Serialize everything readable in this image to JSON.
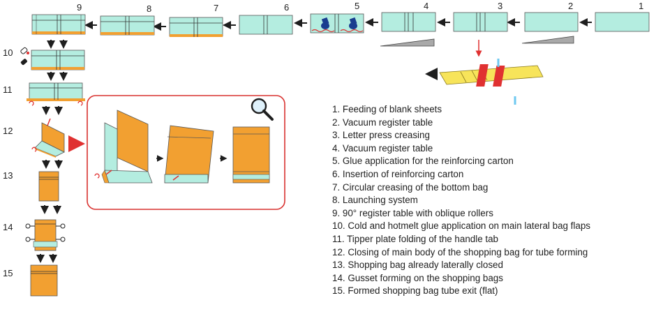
{
  "steps": {
    "top": [
      "9",
      "8",
      "7",
      "6",
      "5",
      "4",
      "3",
      "2",
      "1"
    ],
    "side": [
      "10",
      "11",
      "12",
      "13",
      "14",
      "15"
    ]
  },
  "legend": [
    "1. Feeding of blank sheets",
    "2. Vacuum register table",
    "3. Letter press creasing",
    "4. Vacuum register table",
    "5. Glue application for the reinforcing carton",
    "6. Insertion of reinforcing carton",
    "7. Circular creasing of the bottom bag",
    "8. Launching system",
    "9. 90° register table with oblique rollers",
    "10. Cold and hotmelt glue application on main lateral bag flaps",
    "11. Tipper plate folding of the handle tab",
    "12. Closing of main body of the shopping bag for tube forming",
    "13. Shopping bag already laterally closed",
    "14. Gusset forming on the shopping bags",
    "15. Formed shopping bag tube exit (flat)"
  ],
  "colors": {
    "sheet": "#b4ede0",
    "carton": "#f2a031",
    "yellow": "#f7e45a",
    "red": "#e03131",
    "blue": "#6ec8f0",
    "wedge": "#a9a9a9",
    "frame": "#d9312f",
    "ink": "#1e1e1e"
  },
  "icons": [
    "magnifier-icon",
    "glue-bottle-icon",
    "roller-icon",
    "arrow-icon"
  ]
}
